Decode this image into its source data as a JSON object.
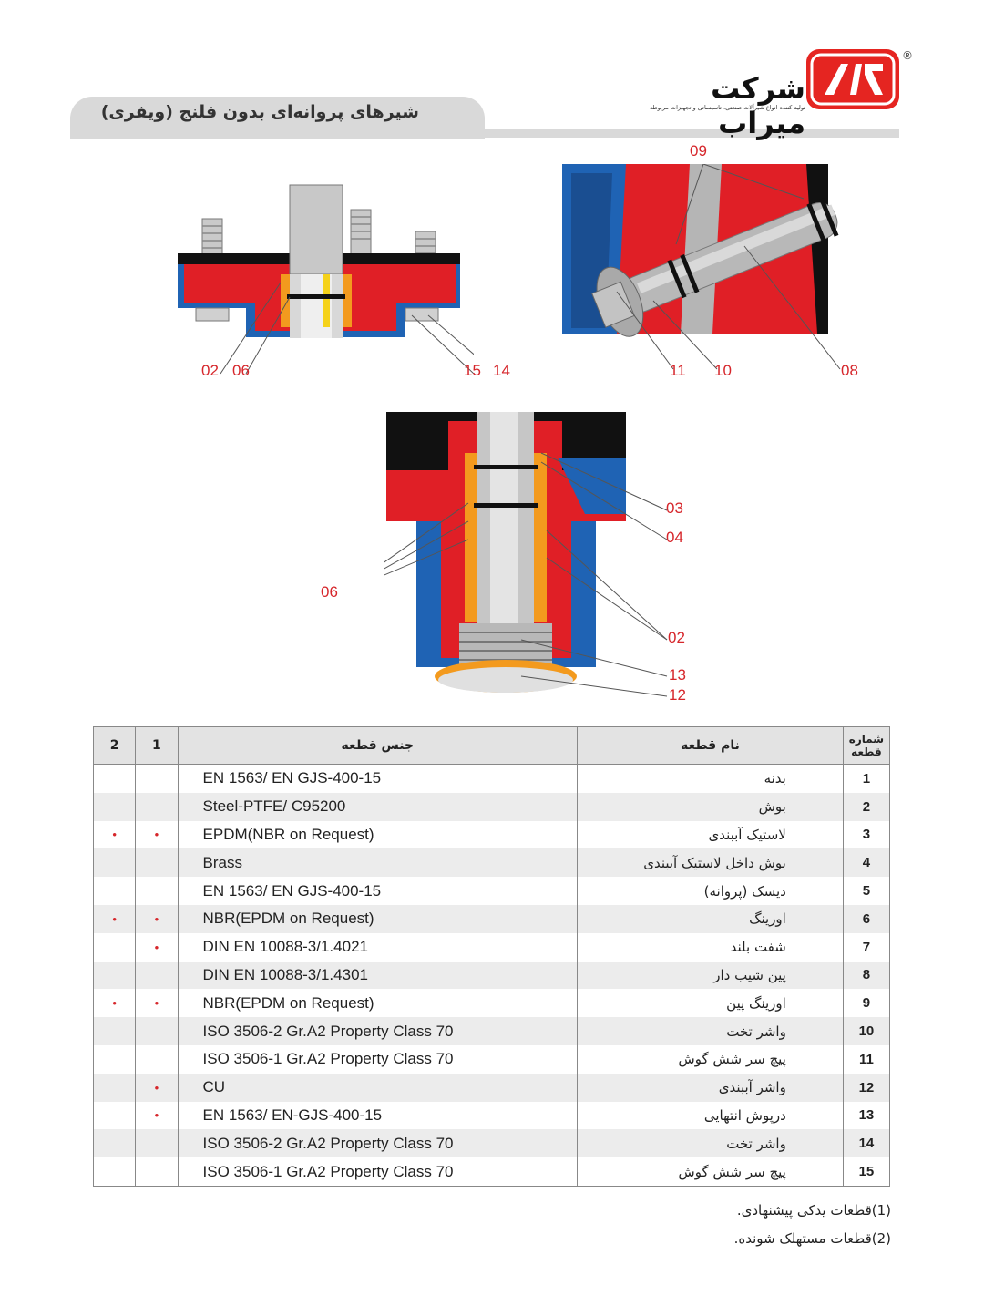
{
  "header": {
    "title": "شیرهای پروانه‌ای بدون فلنج (ویفری)",
    "logo_word": "شرکت میراب",
    "logo_tagline": "تولید کننده انواع شیرآلات صنعتی، تاسیساتی و تجهیزات مربوطه",
    "logo_reg": "®",
    "brand_color": "#e52521"
  },
  "figures": {
    "top_left_callouts": [
      "02",
      "06",
      "15",
      "14"
    ],
    "top_right_callouts": [
      "09",
      "11",
      "10",
      "08"
    ],
    "bottom_callouts": [
      "03",
      "04",
      "06",
      "02",
      "13",
      "12"
    ]
  },
  "table": {
    "headers": {
      "col2": "2",
      "col1": "1",
      "material": "جنس قطعه",
      "name": "نام قطعه",
      "number": "شماره قطعه"
    },
    "rows": [
      {
        "no": "1",
        "name": "بدنه",
        "material": "EN 1563/ EN GJS-400-15",
        "m1": "",
        "m2": ""
      },
      {
        "no": "2",
        "name": "بوش",
        "material": "Steel-PTFE/ C95200",
        "m1": "",
        "m2": ""
      },
      {
        "no": "3",
        "name": "لاستیک آببندی",
        "material": "EPDM(NBR on Request)",
        "m1": "•",
        "m2": "•"
      },
      {
        "no": "4",
        "name": "بوش داخل لاستیک آببندی",
        "material": "Brass",
        "m1": "",
        "m2": ""
      },
      {
        "no": "5",
        "name": "دیسک (پروانه)",
        "material": "EN 1563/ EN GJS-400-15",
        "m1": "",
        "m2": ""
      },
      {
        "no": "6",
        "name": "اورینگ",
        "material": "NBR(EPDM  on Request)",
        "m1": "•",
        "m2": "•"
      },
      {
        "no": "7",
        "name": "شفت بلند",
        "material": "DIN EN 10088-3/1.4021",
        "m1": "•",
        "m2": ""
      },
      {
        "no": "8",
        "name": "پین شیب دار",
        "material": "DIN EN 10088-3/1.4301",
        "m1": "",
        "m2": ""
      },
      {
        "no": "9",
        "name": "اورینگ پین",
        "material": "NBR(EPDM  on Request)",
        "m1": "•",
        "m2": "•"
      },
      {
        "no": "10",
        "name": "واشر تخت",
        "material": "ISO 3506-2 Gr.A2 Property Class 70",
        "m1": "",
        "m2": ""
      },
      {
        "no": "11",
        "name": "پیچ سر شش گوش",
        "material": "ISO 3506-1 Gr.A2 Property Class 70",
        "m1": "",
        "m2": ""
      },
      {
        "no": "12",
        "name": "واشر آببندی",
        "material": "CU",
        "m1": "•",
        "m2": ""
      },
      {
        "no": "13",
        "name": "درپوش انتهایی",
        "material": "EN 1563/ EN-GJS-400-15",
        "m1": "•",
        "m2": ""
      },
      {
        "no": "14",
        "name": "واشر تخت",
        "material": "ISO 3506-2 Gr.A2 Property Class 70",
        "m1": "",
        "m2": ""
      },
      {
        "no": "15",
        "name": "پیچ سر شش گوش",
        "material": "ISO 3506-1 Gr.A2 Property Class 70",
        "m1": "",
        "m2": ""
      }
    ]
  },
  "notes": {
    "note1": "(1)قطعات یدکی پیشنهادی.",
    "note2": "(2)قطعات مستهلک شونده."
  },
  "colors": {
    "red": "#e01f26",
    "blue": "#1f63b4",
    "callout": "#d6262b",
    "bronze": "#f39a1e"
  }
}
